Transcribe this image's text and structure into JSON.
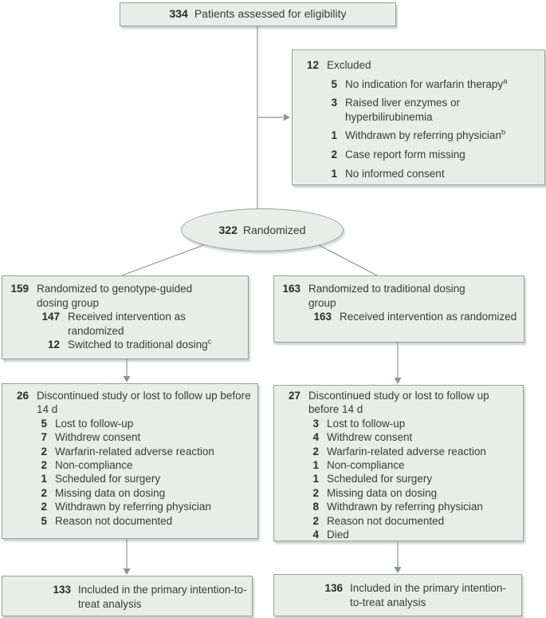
{
  "colors": {
    "box_fill": "#e9ede9",
    "box_border": "#97a19d",
    "connector": "#8a9591",
    "text": "#3a3a3a"
  },
  "top_box": {
    "n": "334",
    "text": "Patients assessed for eligibility"
  },
  "excluded_box": {
    "rows": [
      {
        "level": 0,
        "n": "12",
        "text": "Excluded"
      },
      {
        "level": 1,
        "n": "5",
        "text": "No indication for warfarin therapy",
        "sup": "a"
      },
      {
        "level": 1,
        "n": "3",
        "text": "Raised liver enzymes or hyperbilirubinemia"
      },
      {
        "level": 1,
        "n": "1",
        "text": "Withdrawn by referring physician",
        "sup": "b"
      },
      {
        "level": 1,
        "n": "2",
        "text": "Case report form missing"
      },
      {
        "level": 1,
        "n": "1",
        "text": "No informed consent"
      }
    ]
  },
  "randomized": {
    "n": "322",
    "text": "Randomized"
  },
  "group_left": {
    "rows": [
      {
        "level": 0,
        "n": "159",
        "text": "Randomized to genotype-guided dosing group"
      },
      {
        "level": 1,
        "n": "147",
        "text": "Received intervention as randomized"
      },
      {
        "level": 1,
        "n": "12",
        "text": "Switched to traditional dosing",
        "sup": "c"
      }
    ]
  },
  "group_right": {
    "rows": [
      {
        "level": 0,
        "n": "163",
        "text": "Randomized to traditional dosing group"
      },
      {
        "level": 1,
        "n": "163",
        "text": "Received intervention as randomized"
      }
    ]
  },
  "discontinued_left": {
    "rows": [
      {
        "level": 0,
        "n": "26",
        "text": "Discontinued study or lost to follow up before 14 d"
      },
      {
        "level": 1,
        "n": "5",
        "text": "Lost to follow-up"
      },
      {
        "level": 1,
        "n": "7",
        "text": "Withdrew consent"
      },
      {
        "level": 1,
        "n": "2",
        "text": "Warfarin-related adverse reaction"
      },
      {
        "level": 1,
        "n": "2",
        "text": "Non-compliance"
      },
      {
        "level": 1,
        "n": "1",
        "text": "Scheduled for surgery"
      },
      {
        "level": 1,
        "n": "2",
        "text": "Missing data on dosing"
      },
      {
        "level": 1,
        "n": "2",
        "text": "Withdrawn by referring physician"
      },
      {
        "level": 1,
        "n": "5",
        "text": "Reason not documented"
      }
    ]
  },
  "discontinued_right": {
    "rows": [
      {
        "level": 0,
        "n": "27",
        "text": "Discontinued study or lost to follow up before 14 d"
      },
      {
        "level": 1,
        "n": "3",
        "text": "Lost to follow-up"
      },
      {
        "level": 1,
        "n": "4",
        "text": "Withdrew consent"
      },
      {
        "level": 1,
        "n": "2",
        "text": "Warfarin-related adverse reaction"
      },
      {
        "level": 1,
        "n": "1",
        "text": "Non-compliance"
      },
      {
        "level": 1,
        "n": "1",
        "text": "Scheduled for surgery"
      },
      {
        "level": 1,
        "n": "2",
        "text": "Missing data on dosing"
      },
      {
        "level": 1,
        "n": "8",
        "text": "Withdrawn by referring physician"
      },
      {
        "level": 1,
        "n": "2",
        "text": "Reason not documented"
      },
      {
        "level": 1,
        "n": "4",
        "text": "Died"
      }
    ]
  },
  "final_left": {
    "rows": [
      {
        "level": 0,
        "n": "133",
        "text": "Included in the primary intention-to-treat analysis"
      }
    ]
  },
  "final_right": {
    "rows": [
      {
        "level": 0,
        "n": "136",
        "text": "Included in the primary intention-to-treat analysis"
      }
    ]
  }
}
